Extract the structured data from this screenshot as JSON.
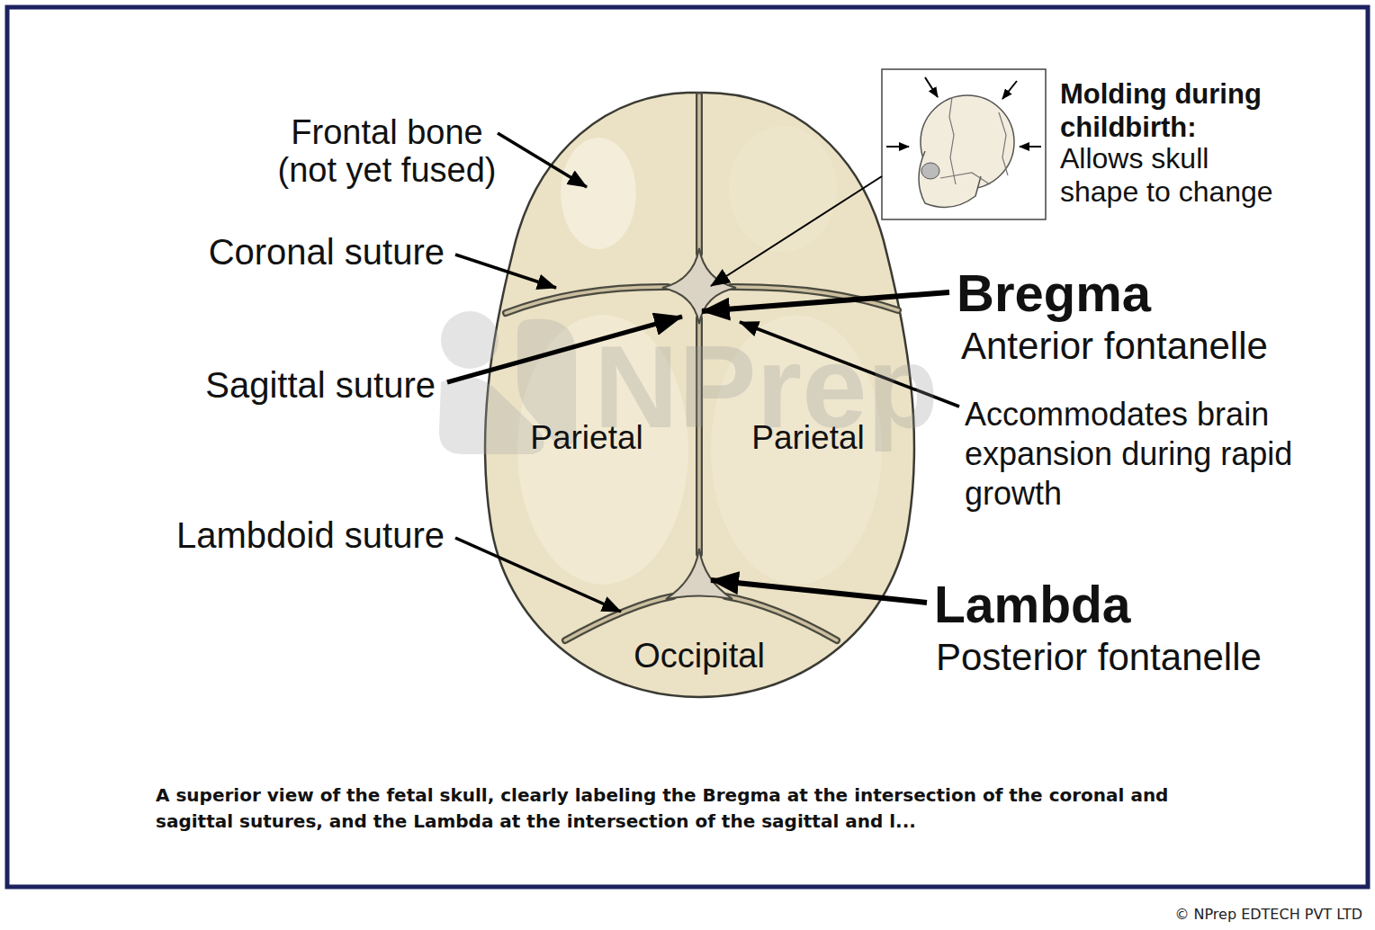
{
  "diagram": {
    "caption": "A superior view of the fetal skull, clearly labeling the Bregma at the intersection of the coronal and sagittal sutures, and the Lambda at the intersection of the sagittal and l...",
    "labels": [
      "Molding during childbirth:",
      "Allows skull shape to change",
      "Frontal bone (not yet fused)",
      "Coronal suture",
      "Bregma",
      "Anterior fontanelle",
      "Sagittal suture",
      "NPrep",
      "Accommodates brain expansion during rapid growth",
      "Parietal",
      "Parietal",
      "Lambdoid suture",
      "Lambda",
      "Posterior fontanelle",
      "Occipital",
      "© NPrep EDTECH PVT LTD"
    ]
  }
}
